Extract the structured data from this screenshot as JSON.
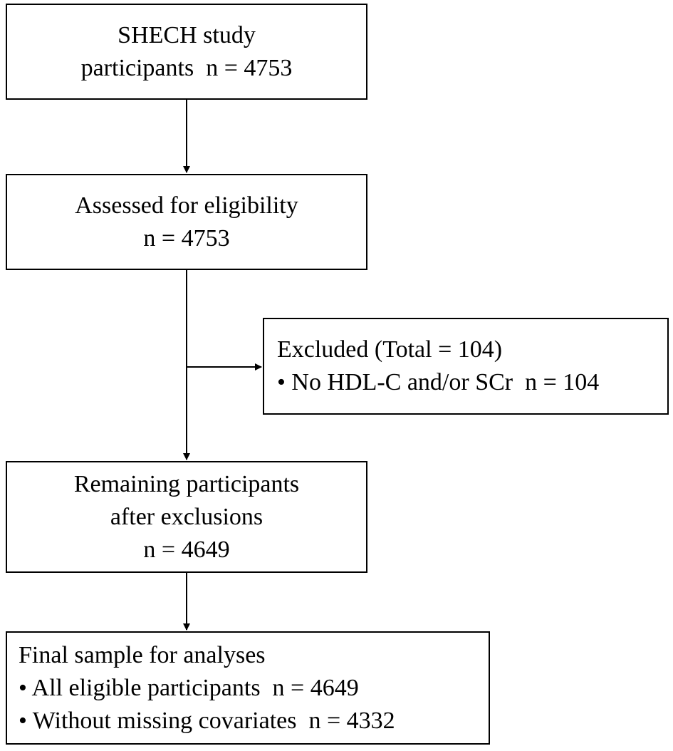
{
  "flowchart": {
    "box_study": {
      "lines": [
        "SHECH study",
        "participants  n = 4753"
      ]
    },
    "box_assessed": {
      "lines": [
        "Assessed for eligibility",
        "n = 4753"
      ]
    },
    "box_excluded": {
      "title": "Excluded (Total = 104)",
      "items": [
        "No HDL-C and/or SCr  n = 104"
      ]
    },
    "box_remaining": {
      "lines": [
        "Remaining participants",
        "after exclusions",
        "n = 4649"
      ]
    },
    "box_final": {
      "title": "Final sample for analyses",
      "items": [
        "All eligible participants  n = 4649",
        "Without missing covariates  n = 4332"
      ]
    },
    "bullet_symbol": "•"
  }
}
